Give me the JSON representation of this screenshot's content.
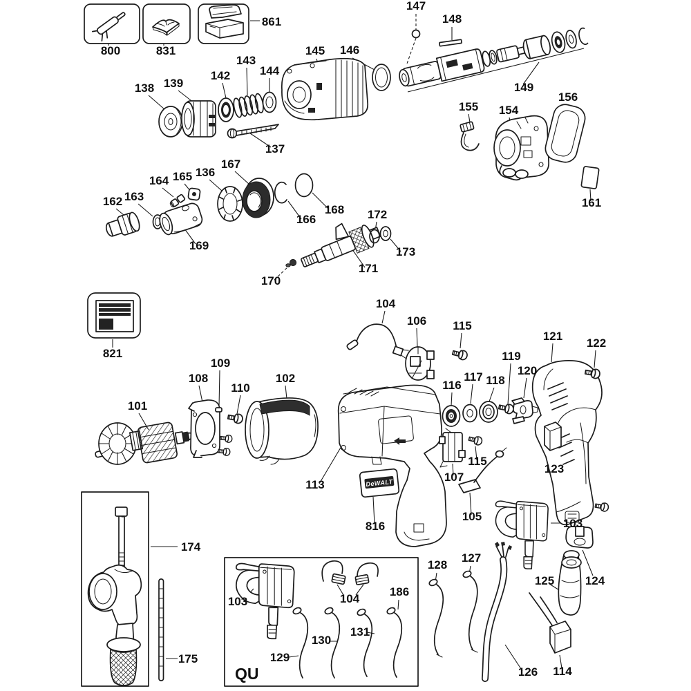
{
  "page": {
    "background": "#ffffff",
    "line_color": "#1c1c1c"
  },
  "brand_label": "DeWALT",
  "qu_code": "QU",
  "labels": {
    "800": "800",
    "831": "831",
    "861": "861",
    "147": "147",
    "148": "148",
    "145": "145",
    "146": "146",
    "149": "149",
    "142": "142",
    "143": "143",
    "144": "144",
    "139": "139",
    "138": "138",
    "137": "137",
    "155": "155",
    "154": "154",
    "156": "156",
    "161": "161",
    "167": "167",
    "136": "136",
    "165": "165",
    "164": "164",
    "163": "163",
    "162": "162",
    "169": "169",
    "166": "166",
    "168": "168",
    "172": "172",
    "173": "173",
    "171": "171",
    "170": "170",
    "821": "821",
    "104a": "104",
    "106": "106",
    "115a": "115",
    "109": "109",
    "108": "108",
    "110": "110",
    "102": "102",
    "101": "101",
    "121": "121",
    "122": "122",
    "119": "119",
    "120": "120",
    "117": "117",
    "118": "118",
    "116": "116",
    "113": "113",
    "107": "107",
    "115b": "115",
    "123": "123",
    "816": "816",
    "105": "105",
    "103a": "103",
    "124": "124",
    "125": "125",
    "128": "128",
    "127": "127",
    "126": "126",
    "114": "114",
    "174": "174",
    "175": "175",
    "103b": "103",
    "104b": "104",
    "186": "186",
    "129": "129",
    "130": "130",
    "131": "131"
  }
}
